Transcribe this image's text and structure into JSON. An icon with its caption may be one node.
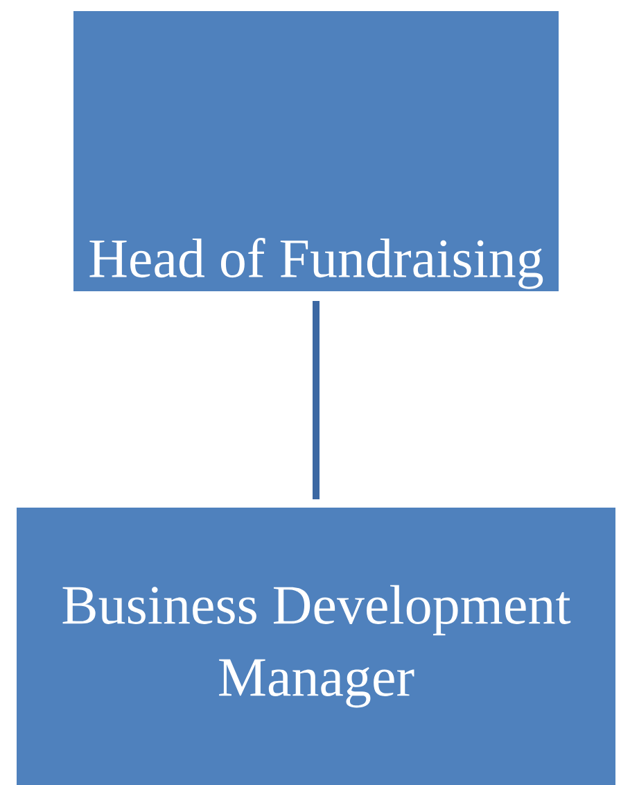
{
  "diagram": {
    "nodes": [
      {
        "text": [
          "Head of Fundraising"
        ]
      },
      {
        "text": [
          "Business Development Manager"
        ]
      }
    ],
    "edges": [
      {
        "from": 0,
        "to": 1,
        "arrow": "none"
      }
    ]
  }
}
